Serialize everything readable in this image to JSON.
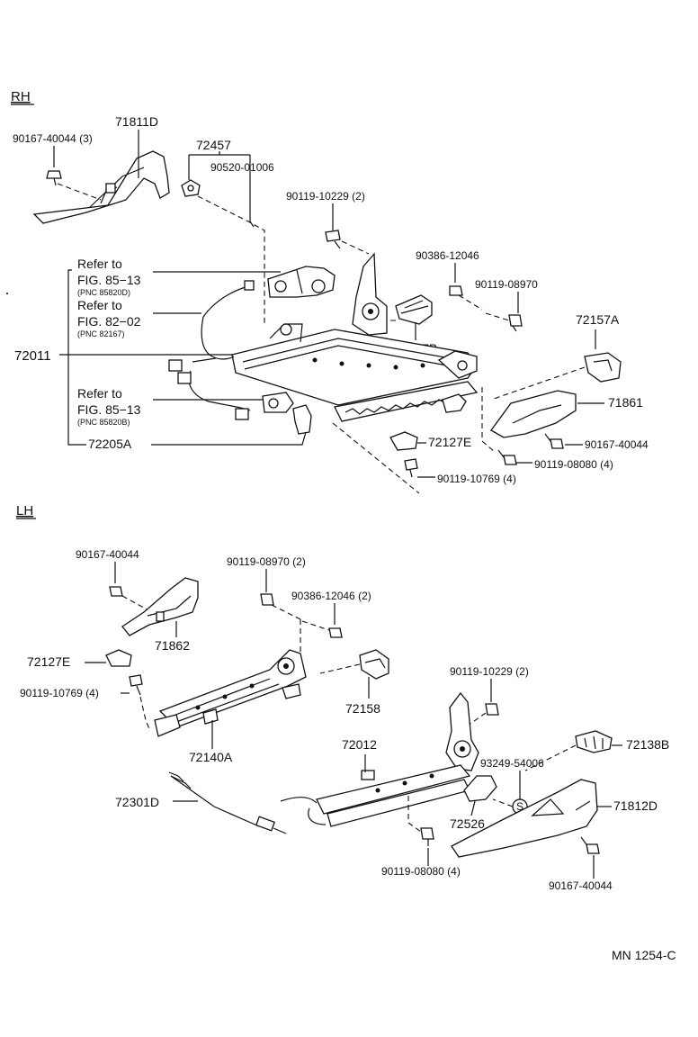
{
  "sections": {
    "rh": "RH",
    "lh": "LH"
  },
  "rh_labels": {
    "p71811D": "71811D",
    "p90167_40044_3": "90167-40044 (3)",
    "p72457": "72457",
    "p90520": "90520-01006",
    "p90119_10229_2": "90119-10229 (2)",
    "p90386": "90386-12046",
    "p90119_08970": "90119-08970",
    "p72157A": "72157A",
    "p72137B": "72137B",
    "p72011": "72011",
    "p71861": "71861",
    "p90167_40044": "90167-40044",
    "p72127E": "72127E",
    "p90119_08080_4": "90119-08080 (4)",
    "p90119_10769_4": "90119-10769 (4)",
    "p72205A": "72205A"
  },
  "refer_notes": [
    {
      "line1": "Refer to",
      "line2": "FIG. 85−13",
      "pnc": "(PNC 85820D)"
    },
    {
      "line1": "Refer to",
      "line2": "FIG. 82−02",
      "pnc": "(PNC 82167)"
    },
    {
      "line1": "Refer to",
      "line2": "FIG. 85−13",
      "pnc": "(PNC 85820B)"
    }
  ],
  "lh_labels": {
    "p90167_40044": "90167-40044",
    "p90119_08970_2": "90119-08970 (2)",
    "p90386_2": "90386-12046 (2)",
    "p71862": "71862",
    "p72127E": "72127E",
    "p90119_10769_4": "90119-10769 (4)",
    "p72158": "72158",
    "p90119_10229_2": "90119-10229 (2)",
    "p72140A": "72140A",
    "p72012": "72012",
    "p72138B": "72138B",
    "p93249": "93249-54006",
    "p72301D": "72301D",
    "p72526": "72526",
    "p71812D": "71812D",
    "p90119_08080_4": "90119-08080 (4)",
    "p90167_40044b": "90167-40044",
    "s_mark": "S"
  },
  "footer": {
    "code": "MN 1254-C"
  }
}
